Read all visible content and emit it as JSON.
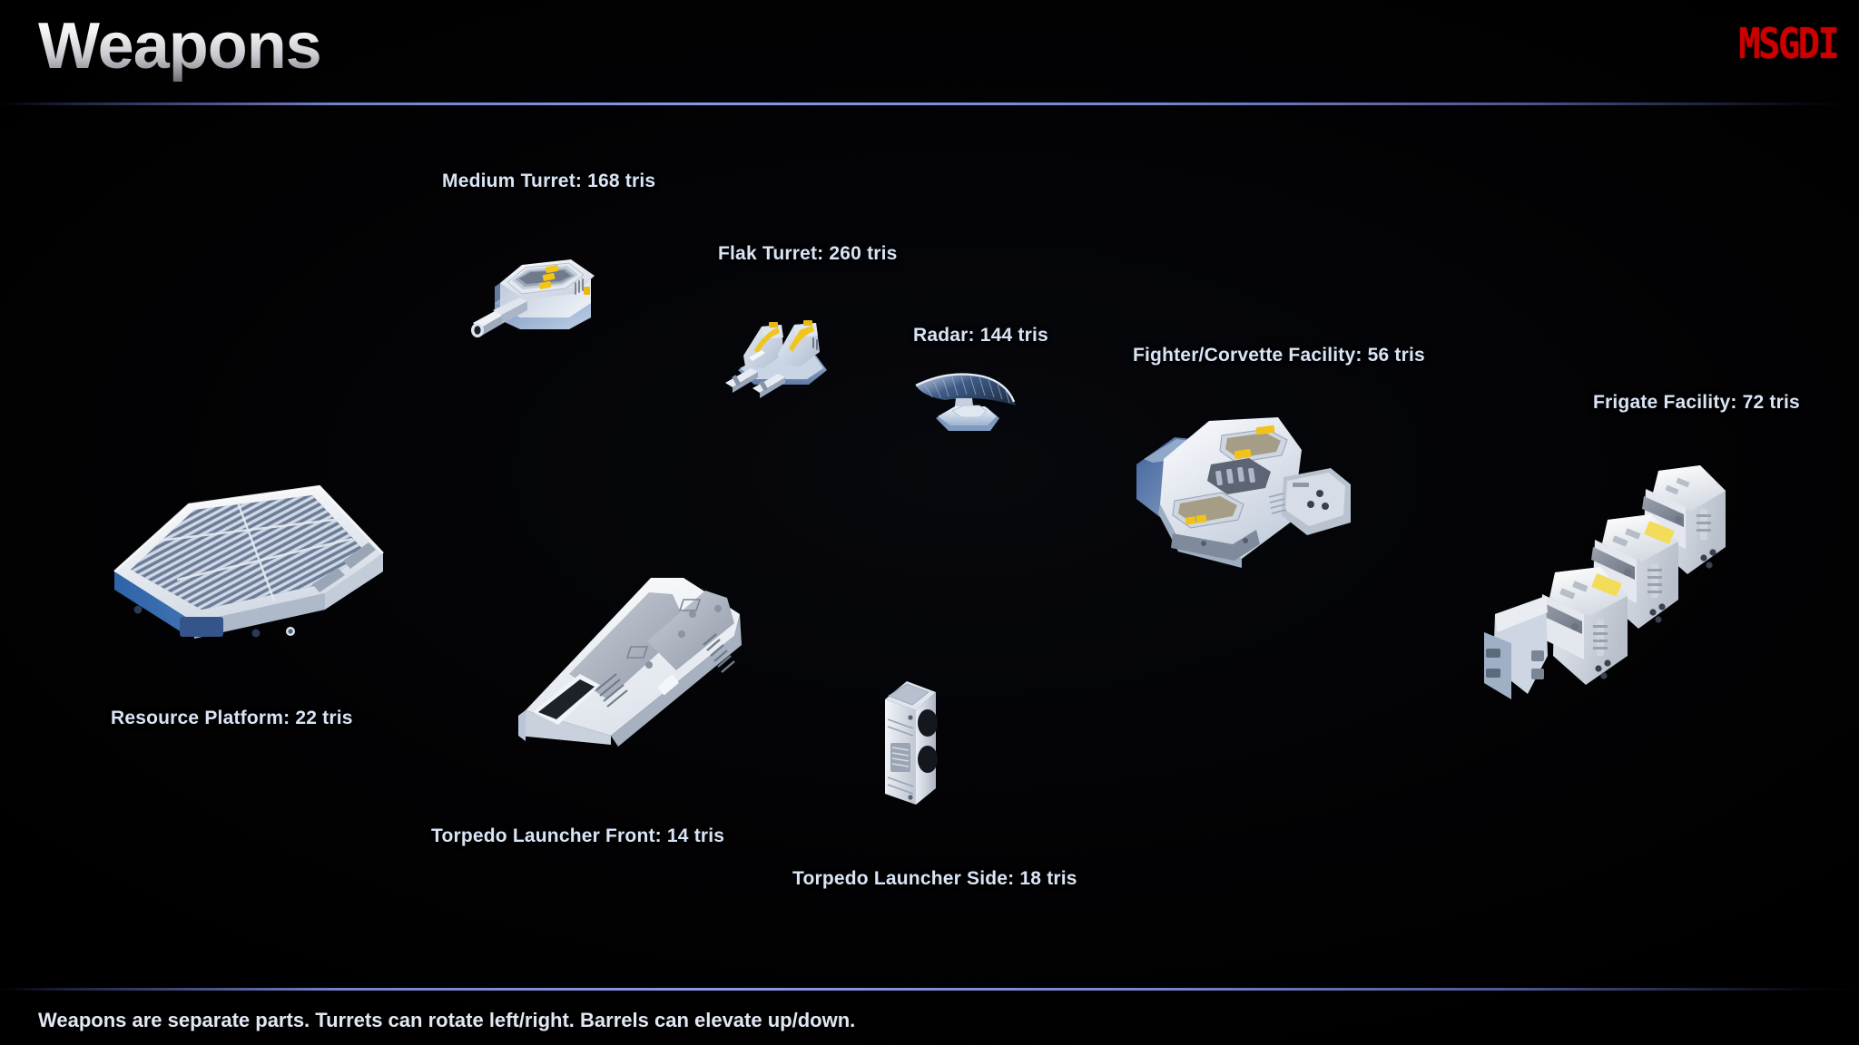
{
  "slide": {
    "title": "Weapons",
    "logo": "MSGDI",
    "footer": "Weapons are separate parts. Turrets can rotate left/right. Barrels can elevate up/down.",
    "background_color": "#000000",
    "accent_rule_color": "#8a98e6",
    "logo_color": "#cc0000",
    "label_color": "#d9e4f5"
  },
  "items": [
    {
      "id": "medium-turret",
      "label": "Medium Turret: 168 tris"
    },
    {
      "id": "flak-turret",
      "label": "Flak Turret: 260 tris"
    },
    {
      "id": "radar",
      "label": "Radar: 144 tris"
    },
    {
      "id": "fighter-corvette-facility",
      "label": "Fighter/Corvette Facility: 56 tris"
    },
    {
      "id": "frigate-facility",
      "label": "Frigate Facility: 72 tris"
    },
    {
      "id": "resource-platform",
      "label": "Resource Platform: 22 tris"
    },
    {
      "id": "torpedo-launcher-front",
      "label": "Torpedo Launcher Front: 14 tris"
    },
    {
      "id": "torpedo-launcher-side",
      "label": "Torpedo Launcher Side: 18 tris"
    }
  ]
}
